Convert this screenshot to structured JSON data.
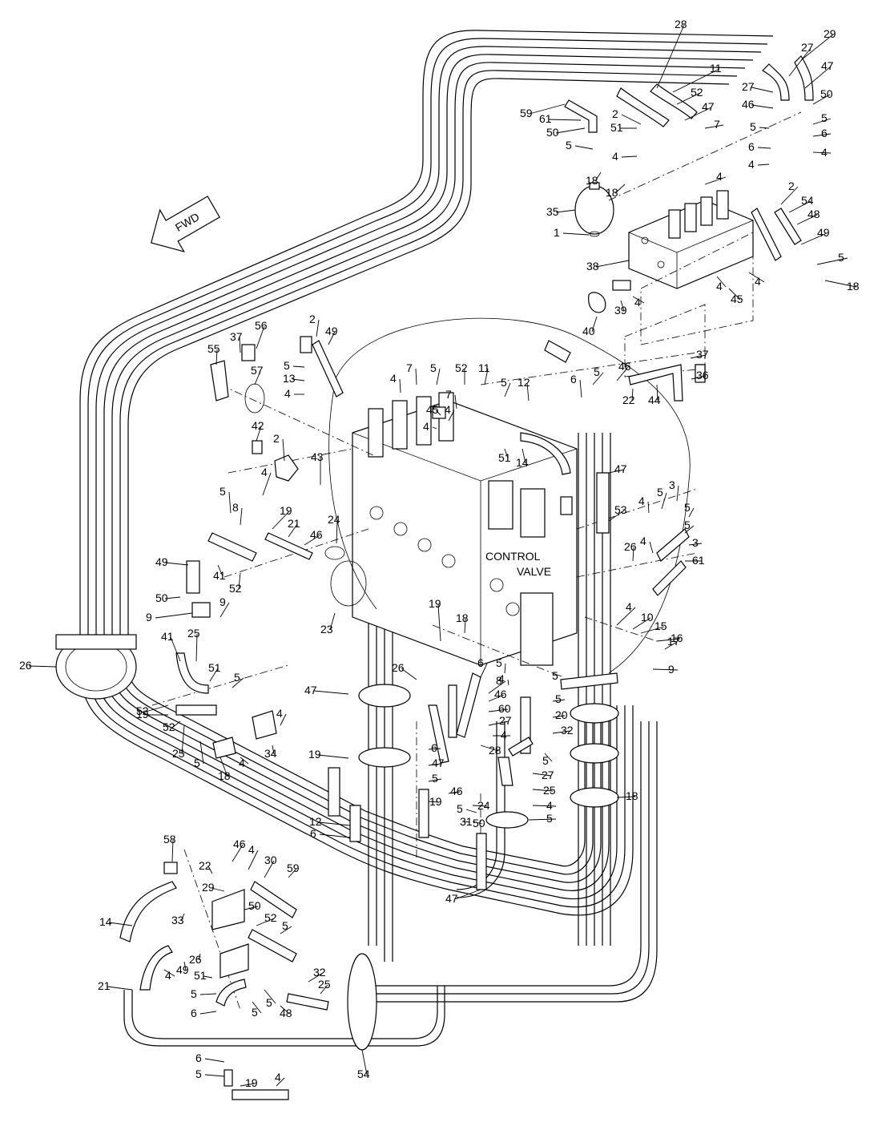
{
  "diagram": {
    "direction_label": "FWD",
    "control_valve_label_line1": "CONTROL",
    "control_valve_label_line2": "VALVE",
    "callouts": [
      "28",
      "29",
      "27",
      "47",
      "11",
      "27",
      "50",
      "52",
      "46",
      "59",
      "61",
      "2",
      "47",
      "51",
      "50",
      "5",
      "6",
      "5",
      "6",
      "4",
      "5",
      "7",
      "4",
      "4",
      "18",
      "4",
      "18",
      "35",
      "2",
      "54",
      "1",
      "48",
      "49",
      "5",
      "38",
      "4",
      "4",
      "18",
      "45",
      "39",
      "4",
      "40",
      "37",
      "36",
      "2",
      "49",
      "56",
      "37",
      "55",
      "5",
      "13",
      "4",
      "4",
      "7",
      "5",
      "52",
      "11",
      "5",
      "12",
      "57",
      "45",
      "4",
      "7",
      "4",
      "6",
      "5",
      "46",
      "22",
      "44",
      "42",
      "2",
      "51",
      "14",
      "43",
      "47",
      "4",
      "5",
      "8",
      "53",
      "4",
      "5",
      "3",
      "5",
      "21",
      "46",
      "24",
      "19",
      "5",
      "49",
      "41",
      "52",
      "26",
      "4",
      "3",
      "61",
      "50",
      "9",
      "9",
      "23",
      "19",
      "18",
      "4",
      "10",
      "15",
      "16",
      "17",
      "9",
      "41",
      "25",
      "51",
      "5",
      "6",
      "5",
      "4",
      "5",
      "26",
      "8",
      "52",
      "46",
      "60",
      "5",
      "20",
      "26",
      "19",
      "47",
      "27",
      "4",
      "32",
      "52",
      "25",
      "5",
      "18",
      "4",
      "34",
      "19",
      "4",
      "28",
      "5",
      "6",
      "47",
      "5",
      "27",
      "25",
      "4",
      "46",
      "24",
      "12",
      "6",
      "19",
      "5",
      "50",
      "31",
      "5",
      "18",
      "58",
      "46",
      "22",
      "4",
      "30",
      "59",
      "29",
      "50",
      "47",
      "14",
      "33",
      "52",
      "5",
      "26",
      "4",
      "49",
      "21",
      "51",
      "32",
      "25",
      "5",
      "5",
      "6",
      "5",
      "48",
      "54",
      "19",
      "4",
      "6",
      "5"
    ]
  }
}
